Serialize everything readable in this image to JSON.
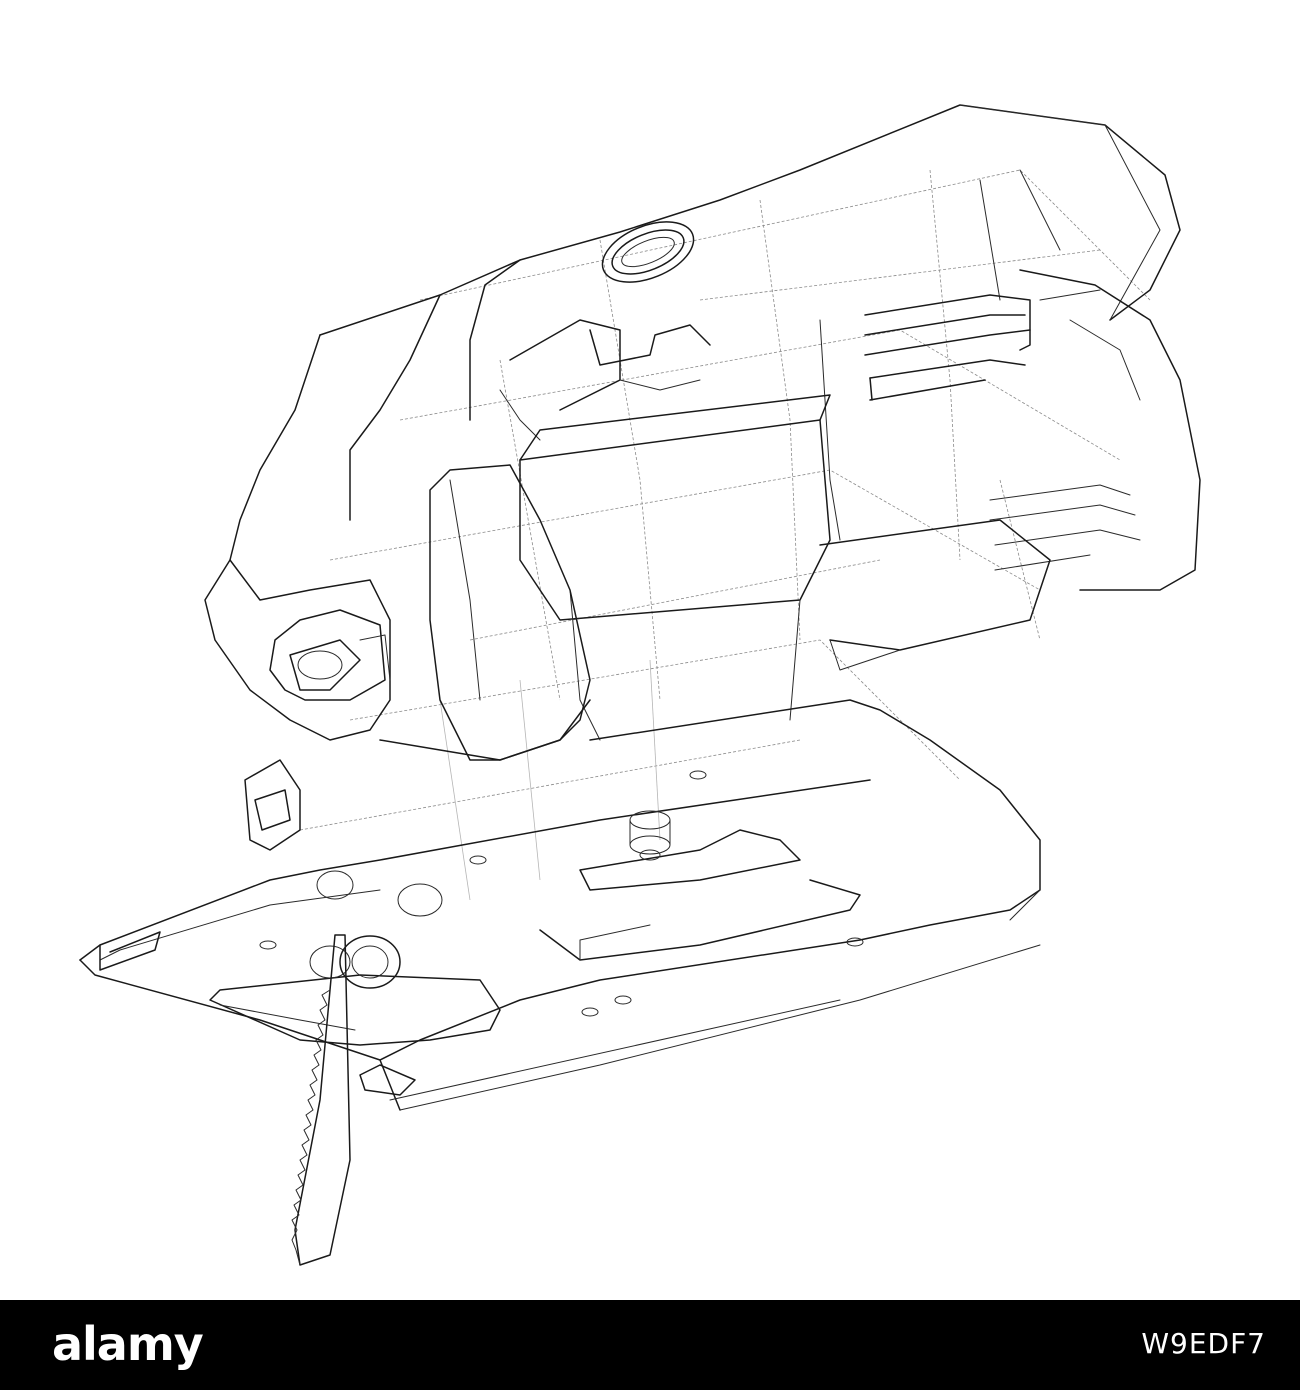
{
  "footer": {
    "brand": "alamy",
    "image_code": "W9EDF7"
  },
  "colors": {
    "background": "#ffffff",
    "line": "#1a1a1a",
    "footer_bg": "#000000",
    "footer_text": "#ffffff"
  },
  "illustration": {
    "subject_icon": "jigsaw-wireframe-illustration"
  }
}
